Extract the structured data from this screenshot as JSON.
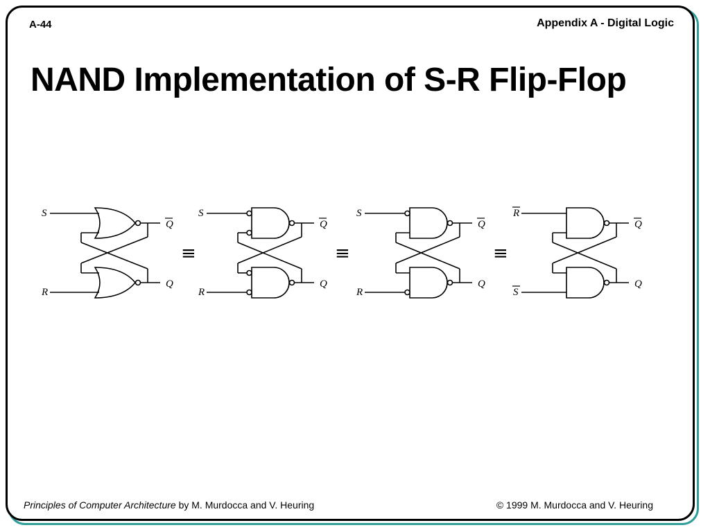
{
  "header": {
    "page_number": "A-44",
    "section": "Appendix A - Digital Logic"
  },
  "title": "NAND Implementation of S-R Flip-Flop",
  "diagram": {
    "equivalence_symbol": "≡",
    "circuits": [
      {
        "gate": "nor-negated-output",
        "input_top": "S",
        "input_top_bar": false,
        "input_bottom": "R",
        "input_bottom_bar": false,
        "inputs_negated": false,
        "output_top": "Q",
        "output_top_bar": true,
        "output_bottom": "Q",
        "output_bottom_bar": false
      },
      {
        "gate": "and-negated-inputs",
        "input_top": "S",
        "input_top_bar": false,
        "input_bottom": "R",
        "input_bottom_bar": false,
        "inputs_negated": true,
        "output_top": "Q",
        "output_top_bar": true,
        "output_bottom": "Q",
        "output_bottom_bar": false
      },
      {
        "gate": "nand-negated-external-inputs",
        "input_top": "S",
        "input_top_bar": false,
        "input_bottom": "R",
        "input_bottom_bar": false,
        "inputs_negated": "external",
        "output_top": "Q",
        "output_top_bar": true,
        "output_bottom": "Q",
        "output_bottom_bar": false
      },
      {
        "gate": "nand",
        "input_top": "R",
        "input_top_bar": true,
        "input_bottom": "S",
        "input_bottom_bar": true,
        "inputs_negated": false,
        "output_top": "Q",
        "output_top_bar": true,
        "output_bottom": "Q",
        "output_bottom_bar": false
      }
    ]
  },
  "footer": {
    "book_title": "Principles of Computer Architecture",
    "authors": " by M. Murdocca and V. Heuring",
    "copyright": "© 1999 M. Murdocca and V. Heuring"
  }
}
